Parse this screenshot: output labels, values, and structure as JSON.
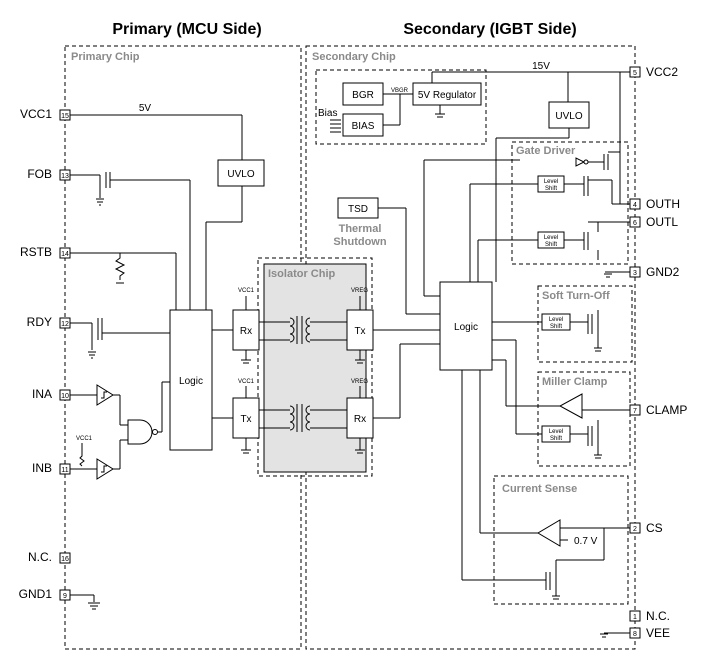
{
  "headers": {
    "primary": "Primary (MCU Side)",
    "secondary": "Secondary (IGBT Side)"
  },
  "chips": {
    "primary_chip": "Primary Chip",
    "secondary_chip": "Secondary Chip",
    "isolator_chip": "Isolator Chip"
  },
  "sections": {
    "gate_driver": "Gate Driver",
    "soft_turn_off": "Soft Turn-Off",
    "miller_clamp": "Miller Clamp",
    "current_sense": "Current Sense"
  },
  "primary_pins": [
    {
      "name": "VCC1",
      "num": "15"
    },
    {
      "name": "FOB",
      "num": "13"
    },
    {
      "name": "RSTB",
      "num": "14"
    },
    {
      "name": "RDY",
      "num": "12"
    },
    {
      "name": "INA",
      "num": "10"
    },
    {
      "name": "INB",
      "num": "11"
    },
    {
      "name": "N.C.",
      "num": "16"
    },
    {
      "name": "GND1",
      "num": "9"
    }
  ],
  "secondary_pins": [
    {
      "name": "VCC2",
      "num": "5"
    },
    {
      "name": "OUTH",
      "num": "4"
    },
    {
      "name": "OUTL",
      "num": "6"
    },
    {
      "name": "GND2",
      "num": "3"
    },
    {
      "name": "CLAMP",
      "num": "7"
    },
    {
      "name": "CS",
      "num": "2"
    },
    {
      "name": "N.C.",
      "num": "1"
    },
    {
      "name": "VEE",
      "num": "8"
    }
  ],
  "labels": {
    "v5": "5V",
    "v15": "15V",
    "v07": "0.7 V",
    "uvlo": "UVLO",
    "logic": "Logic",
    "rx": "Rx",
    "tx": "Tx",
    "bgr": "BGR",
    "vbgr": "VBGR",
    "regulator": "5V Regulator",
    "bias": "BIAS",
    "bias_text": "Bias",
    "tsd": "TSD",
    "thermal": "Thermal",
    "shutdown": "Shutdown",
    "vcc1": "VCC1",
    "vreg": "VREG",
    "level": "Level",
    "shift": "Shift"
  }
}
